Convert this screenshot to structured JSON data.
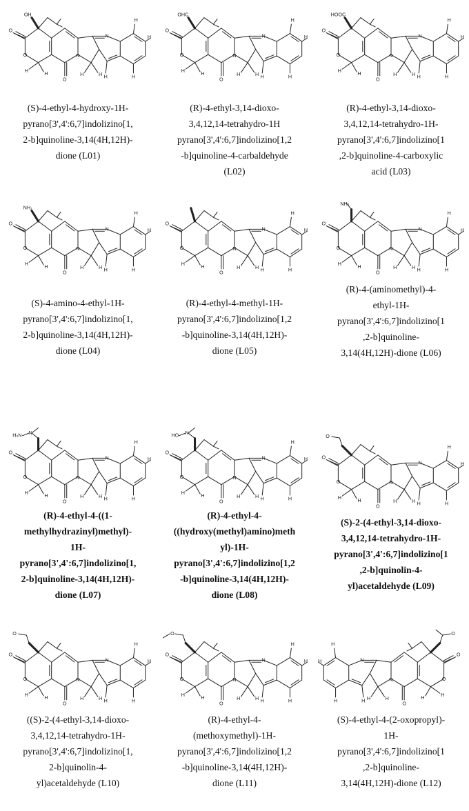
{
  "compounds": [
    {
      "id": "L01",
      "mol": "L01",
      "bold": false,
      "name": "(S)-4-ethyl-4-hydroxy-1H-\npyrano[3',4':6,7]indolizino[1,\n2-b]quinoline-3,14(4H,12H)-\ndione (L01)"
    },
    {
      "id": "L02",
      "mol": "L02",
      "bold": false,
      "name": "(R)-4-ethyl-3,14-dioxo-\n3,4,12,14-tetrahydro-1H\npyrano[3',4':6,7]indolizino[1,2\n-b]quinoline-4-carbaldehyde\n(L02)"
    },
    {
      "id": "L03",
      "mol": "L03",
      "bold": false,
      "name": "(R)-4-ethyl-3,14-dioxo-\n3,4,12,14-tetrahydro-1H-\npyrano[3',4':6,7]indolizino[1\n,2-b]quinoline-4-carboxylic\nacid (L03)"
    },
    {
      "id": "L04",
      "mol": "L04",
      "bold": false,
      "name": "(S)-4-amino-4-ethyl-1H-\npyrano[3',4':6,7]indolizino[1,\n2-b]quinoline-3,14(4H,12H)-\ndione (L04)"
    },
    {
      "id": "L05",
      "mol": "L05",
      "bold": false,
      "name": "(R)-4-ethyl-4-methyl-1H-\npyrano[3',4':6,7]indolizino[1,2\n-b]quinoline-3,14(4H,12H)-\ndione (L05)"
    },
    {
      "id": "L06",
      "mol": "L06",
      "bold": false,
      "name": "(R)-4-(aminomethyl)-4-\nethyl-1H-\npyrano[3',4':6,7]indolizino[1\n,2-b]quinoline-\n3,14(4H,12H)-dione (L06)"
    },
    {
      "id": "L07",
      "mol": "L07",
      "bold": true,
      "name": "(R)-4-ethyl-4-((1-\nmethylhydrazinyl)methyl)-\n1H-\npyrano[3',4':6,7]indolizino[1,\n2-b]quinoline-3,14(4H,12H)-\ndione (L07)"
    },
    {
      "id": "L08",
      "mol": "L08",
      "bold": true,
      "name": "(R)-4-ethyl-4-\n((hydroxy(methyl)amino)meth\nyl)-1H-\npyrano[3',4':6,7]indolizino[1,2\n-b]quinoline-3,14(4H,12H)-\ndione (L08)"
    },
    {
      "id": "L09",
      "mol": "L09",
      "bold": true,
      "name": "(S)-2-(4-ethyl-3,14-dioxo-\n3,4,12,14-tetrahydro-1H-\npyrano[3',4':6,7]indolizino[1\n,2-b]quinolin-4-\nyl)acetaldehyde (L09)"
    },
    {
      "id": "L10",
      "mol": "L10",
      "bold": false,
      "name": "((S)-2-(4-ethyl-3,14-dioxo-\n3,4,12,14-tetrahydro-1H-\npyrano[3',4':6,7]indolizino[1,\n2-b]quinolin-4-\nyl)acetaldehyde (L10)"
    },
    {
      "id": "L11",
      "mol": "L11",
      "bold": false,
      "name": "(R)-4-ethyl-4-\n(methoxymethyl)-1H-\npyrano[3',4':6,7]indolizino[1,2\n-b]quinoline-3,14(4H,12H)-\ndione (L11)"
    },
    {
      "id": "L12",
      "mol": "L12",
      "bold": false,
      "name": "(S)-4-ethyl-4-(2-oxopropyl)-\n1H-\npyrano[3',4':6,7]indolizino[1\n,2-b]quinoline-\n3,14(4H,12H)-dione (L12)"
    }
  ],
  "atom_labels": {
    "oxygen": "O",
    "nitrogen": "N",
    "hydrogen": "H",
    "hydroxyl": "OH",
    "formyl": "OHC",
    "carboxyl": "HOOC",
    "amino": "NH₂",
    "hydrazinyl": "H₂N",
    "hydroxylamine": "HO"
  }
}
